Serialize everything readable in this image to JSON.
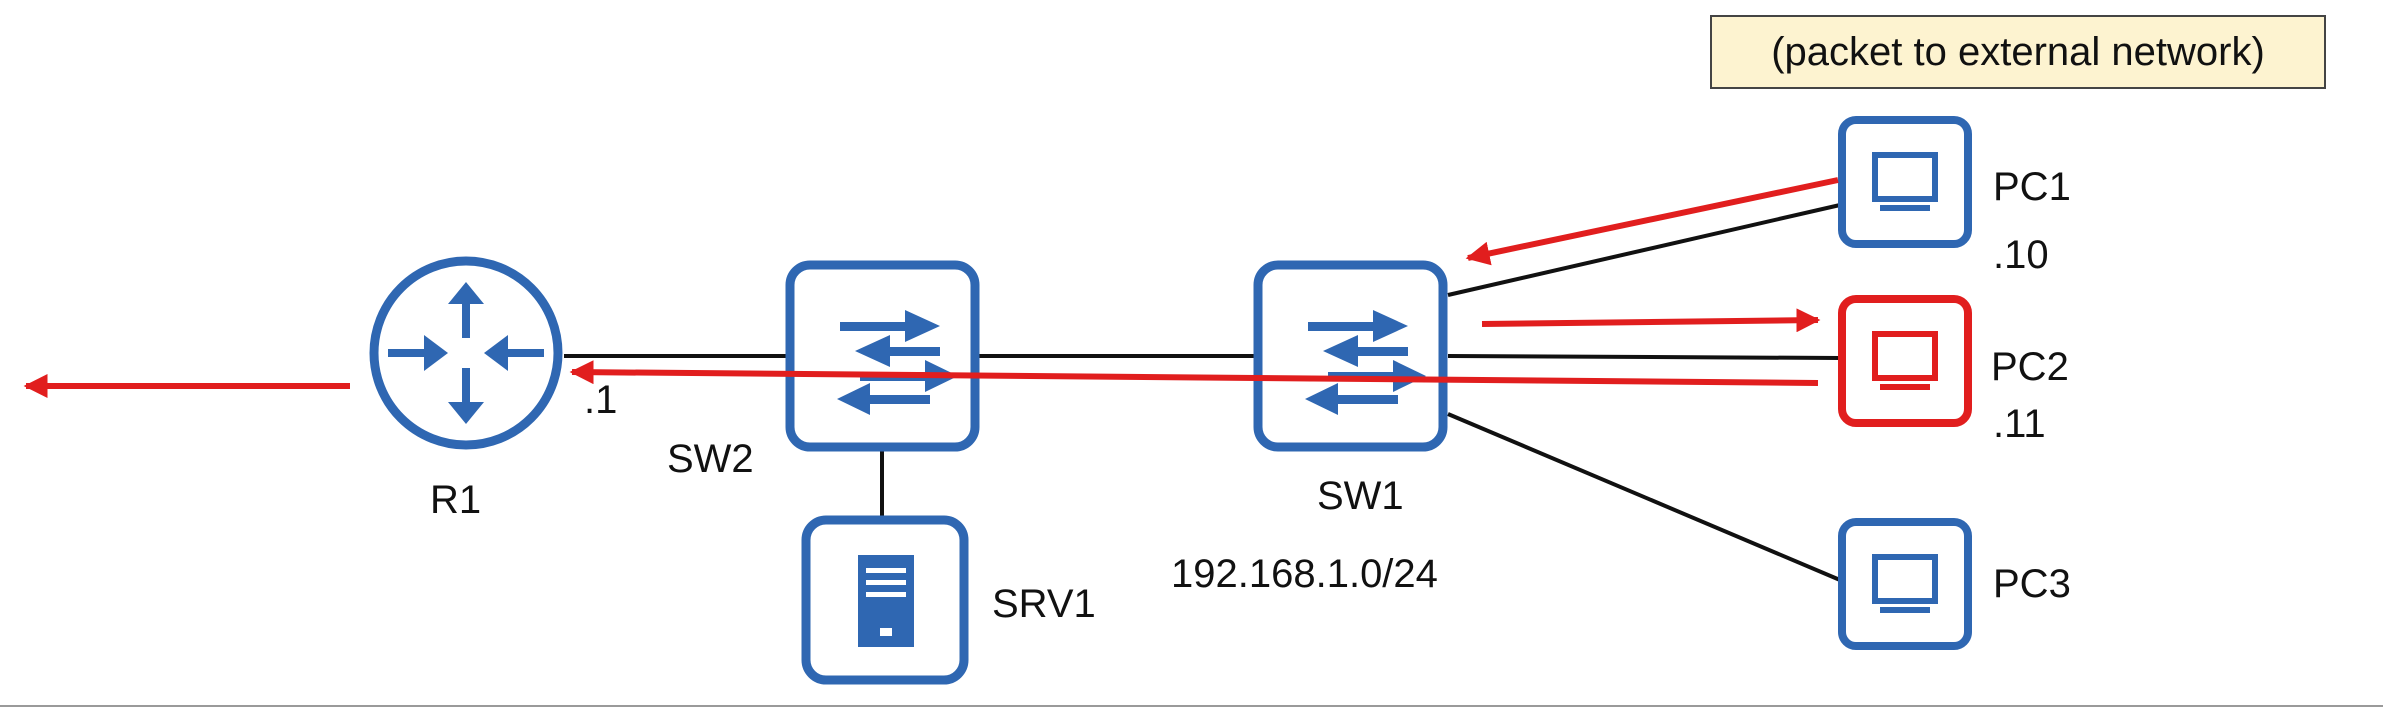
{
  "caption": "(packet to external network)",
  "devices": {
    "r1": {
      "name": "R1",
      "ip": ".1"
    },
    "sw2": {
      "name": "SW2"
    },
    "sw1": {
      "name": "SW1"
    },
    "srv1": {
      "name": "SRV1"
    },
    "pc1": {
      "name": "PC1",
      "ip": ".10"
    },
    "pc2": {
      "name": "PC2",
      "ip": ".11"
    },
    "pc3": {
      "name": "PC3"
    }
  },
  "network": "192.168.1.0/24",
  "colors": {
    "device_blue": "#2f67b2",
    "highlight_red": "#e11e1e",
    "link": "#111111",
    "caption_bg": "#fdf3d0"
  },
  "icons": {
    "router": "router-icon",
    "switch": "switch-icon",
    "server": "server-icon",
    "pc": "monitor-icon"
  }
}
